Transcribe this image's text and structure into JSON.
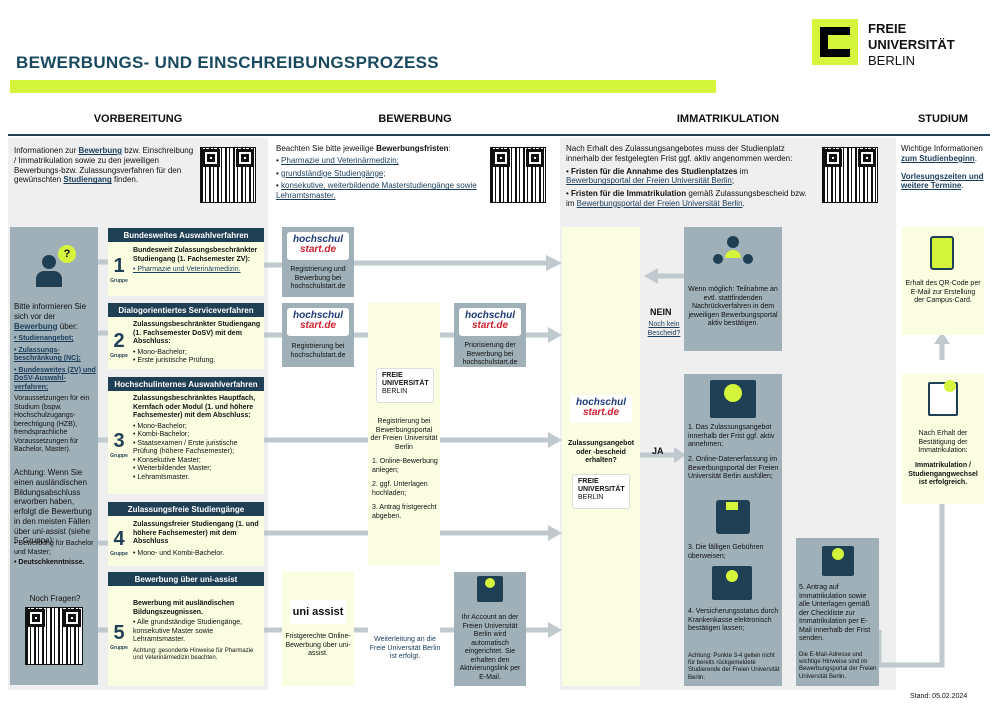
{
  "title": "BEWERBUNGS- UND EINSCHREIBUNGSPROZESS",
  "logo": {
    "l1": "FREIE",
    "l2": "UNIVERSITÄT",
    "l3": "BERLIN"
  },
  "columns": [
    "VORBEREITUNG",
    "BEWERBUNG",
    "IMMATRIKULATION",
    "STUDIUM"
  ],
  "info": {
    "c1": {
      "t1": "Informationen zur ",
      "l1": "Bewerbung",
      "t2": " bzw. Einschreibung / Immatrikulation sowie zu den jeweiligen Bewerbungs-bzw. Zulassungsverfahren für den gewünschten ",
      "l2": "Studiengang",
      "t3": " finden."
    },
    "c2": {
      "t1": "Beachten Sie bitte jeweilige ",
      "b1": "Bewerbungsfristen",
      ":": ":",
      "i1": "Pharmazie und Veterinärmedizin;",
      "i2": "grundständige Studiengänge;",
      "i3": "konsekutive, weiterbildende Masterstudiengänge sowie Lehramtsmaster."
    },
    "c3": {
      "t1": "Nach Erhalt des Zulassungsangebotes muss der Studienplatz innerhalb der festgelegten Frist ggf. aktiv angenommen werden:",
      "i1b": "Fristen für die Annahme des Studienplatzes",
      "i1t": " im ",
      "i1l": "Bewerbungsportal der Freien Universität Berlin",
      "i1e": ";",
      "i2b": "Fristen für die Immatrikulation",
      "i2t": " gemäß Zulassungsbescheid bzw. im ",
      "i2l": "Bewerbungsportal der Freien Universität Berlin",
      "i2e": "."
    },
    "c4": {
      "t1": "Wichtige Informationen ",
      "l1": "zum Studienbeginn",
      "e1": ".",
      "l2": "Vorlesungszeiten und weitere Termine",
      "e2": "."
    }
  },
  "left": {
    "intro1": "Bitte informieren Sie sich vor der ",
    "introL": "Bewerbung",
    "intro2": " über:",
    "items": [
      "Studienangebot;",
      "Zulassungs-beschränkung (NC);",
      "Bundesweites (ZV) und DoSV-Auswahl-verfahren;"
    ],
    "vor": "Voraussetzungen für ein Studium (bspw. Hochschulzugangs-berechtigung (HZB), fremdsprachliche Voraussetzungen für Bachelor, Master).",
    "acht": "Achtung: Wenn Sie einen ausländischen Bildungsabschluss erworben haben, erfolgt die Bewerbung in den meisten Fällen über uni-assist (siehe 5. Gruppe):",
    "items2": [
      "Bewerbung für Bachelor und Master;",
      "Deutschkenntnisse."
    ],
    "fragen": "Noch Fragen?"
  },
  "groups": [
    {
      "num": "1",
      "gruppe": "Gruppe",
      "header": "Bundesweites Auswahlverfahren",
      "title": "Bundesweit Zulassungsbeschränkter Studiengang (1. Fachsemester ZV):",
      "items": [
        "Pharmazie und Veterinärmedizin."
      ]
    },
    {
      "num": "2",
      "gruppe": "Gruppe",
      "header": "Dialogorientiertes Serviceverfahren",
      "title": "Zulassungsbeschränkter Studiengang (1. Fachsemester DoSV) mit dem Abschluss:",
      "items": [
        "Mono-Bachelor;",
        "Erste juristische Prüfung."
      ]
    },
    {
      "num": "3",
      "gruppe": "Gruppe",
      "header": "Hochschulinternes Auswahlverfahren",
      "title": "Zulassungsbeschränktes Hauptfach, Kernfach oder Modul (1. und höhere Fachsemester) mit dem Abschluss:",
      "items": [
        "Mono-Bachelor;",
        "Kombi-Bachelor;",
        "Staatsexamen / Erste juristische Prüfung (höhere Fachsemester);",
        "Konsekutive Master;",
        "Weiterbildender Master;",
        "Lehramtsmaster."
      ]
    },
    {
      "num": "4",
      "gruppe": "Gruppe",
      "header": "Zulassungsfreie Studiengänge",
      "title": "Zulassungsfreier Studiengang (1. und höhere Fachsemester) mit dem Abschluss",
      "items": [
        "Mono- und Kombi-Bachelor."
      ]
    },
    {
      "num": "5",
      "gruppe": "Gruppe",
      "header": "Bewerbung über uni-assist",
      "title": "Bewerbung mit ausländischen Bildungszeugnissen.",
      "items": [
        "Alle grundständige Studiengänge, konsekutive Master sowie Lehramtsmaster."
      ],
      "note": "Achtung: gesonderte Hinweise für Pharmazie und Veterinärmedizin beachten."
    }
  ],
  "hsl": {
    "a": "hochschul",
    "b": "start.de"
  },
  "reg1": "Registrierung und Bewerbung bei hochschulstart.de",
  "reg2": "Registrierung bei hochschulstart.de",
  "prio": "Priorisierung der Bewerbung bei hochschulstart.de",
  "fuPortal": {
    "t": "Registrierung bei Bewerbungsportal der Freien Universität Berlin",
    "s": [
      "1. Online-Bewerbung anlegen;",
      "2. ggf. Unterlagen hochladen;",
      "3. Antrag fristgerecht abgeben."
    ]
  },
  "uniassist": {
    "logo": "uni assist",
    "text": "Fristgerechte Online-Bewerbung über uni-assist."
  },
  "weiter": "Weiterleitung an die Freie Universität Berlin ist erfolgt.",
  "account": "Ihr Account an der Freien Universität Berlin wird automatisch eingerichtet. Sie erhalten den Aktivierungslink per E-Mail.",
  "zul": "Zulassungsangebot oder -bescheid erhalten?",
  "ja": "JA",
  "nein": "NEIN",
  "neinSub": "Noch kein Bescheid?",
  "nachr": "Wenn möglich: Teilnahme an evtl. stattfindenden Nachrückverfahren in dem jeweiligen Bewerbungsportal aktiv bestätigen.",
  "steps": {
    "s1": "1. Das Zulassungsangebot innerhalb der Frist ggf. aktiv annehmen;",
    "s2": "2. Online-Datenerfassung im Bewerbungsportal der Freien Universität Berlin ausfüllen;",
    "s3": "3. Die fälligen Gebühren überweisen;",
    "s4": "4. Versicherungsstatus durch Krankenkasse elektronisch bestätigen lassen;",
    "acht": "Achtung: Punkte 3-4 gelten nicht für bereits rückgemeldete Studierende der Freien Universität Berlin.",
    "s5": "5. Antrag auf Immatrikulation sowie alle Unterlagen gemäß der Checkliste zur Immatrikulation per E-Mail innerhalb der Frist senden.",
    "email": "Die E-Mail-Adresse und wichtige Hinweise sind im Bewerbungsportal der Freien Universität Berlin."
  },
  "studium": {
    "qr": "Erhalt des QR-Code per E-Mail zur Erstellung der Campus-Card.",
    "best": "Nach Erhalt der Bestätigung der Immatrikulation:",
    "wech": "Immatrikulation / Studiengangwechsel ist erfolgreich."
  },
  "stand": "Stand: 05.02.2024",
  "colors": {
    "navy": "#1f3f55",
    "lime": "#d4f53c",
    "paleYellow": "#fbfde0",
    "gray": "#9fb0b8",
    "bg": "#efefef"
  }
}
